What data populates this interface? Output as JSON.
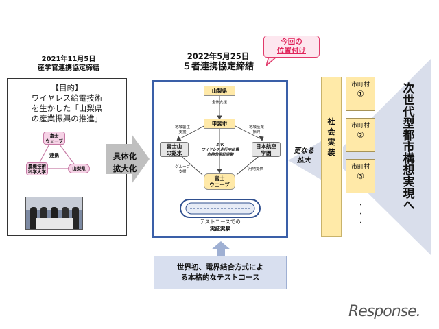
{
  "left": {
    "date": "2021年11月5日",
    "agreement": "産学官連携協定締結",
    "purpose_lines": [
      "【目的】",
      "ワイヤレス給電技術",
      "を生かした「山梨県",
      "の産業振興の推進」"
    ],
    "nodes": {
      "top": [
        "富士",
        "ウェーブ"
      ],
      "center": "連携",
      "left": [
        "農機技術",
        "科学大学"
      ],
      "right": "山梨県"
    }
  },
  "expand_arrow": {
    "lines": [
      "具体化",
      "拡大化"
    ]
  },
  "center": {
    "date": "2022年5月25日",
    "agreement": "５者連携協定締結",
    "callout_lines": [
      "今回の",
      "位置付け"
    ],
    "yamanashi": "山梨県",
    "support_all": "全体支援",
    "kofu": "甲斐市",
    "regional_left": [
      "地域創生",
      "支援"
    ],
    "regional_right": [
      "地域産業",
      "振興"
    ],
    "fuji_meisui": [
      "富士山",
      "の銘水"
    ],
    "jal_gakuen": [
      "日本航空",
      "学園"
    ],
    "ev_label": [
      "E.V.",
      "ワイヤレス走行中給電",
      "本格的実証実験"
    ],
    "group_support": [
      "グループ",
      "支援"
    ],
    "land_provision": "用地提供",
    "fuji_wave": [
      "富士",
      "ウェーブ"
    ],
    "test_course_caption": "テストコースでの",
    "demo": "実証実験"
  },
  "test_course": {
    "lines": [
      "世界初、電界結合方式によ",
      "る本格的なテストコース"
    ]
  },
  "more_expand": [
    "更なる",
    "拡大"
  ],
  "social": [
    "社",
    "会",
    "実",
    "装"
  ],
  "towns": [
    {
      "label": "市町村",
      "num": "①"
    },
    {
      "label": "市町村",
      "num": "②"
    },
    {
      "label": "市町村",
      "num": "③"
    }
  ],
  "ellipsis": [
    "・",
    "・",
    "・"
  ],
  "vision": "次世代型都市構想実現へ",
  "logo": "Response."
}
